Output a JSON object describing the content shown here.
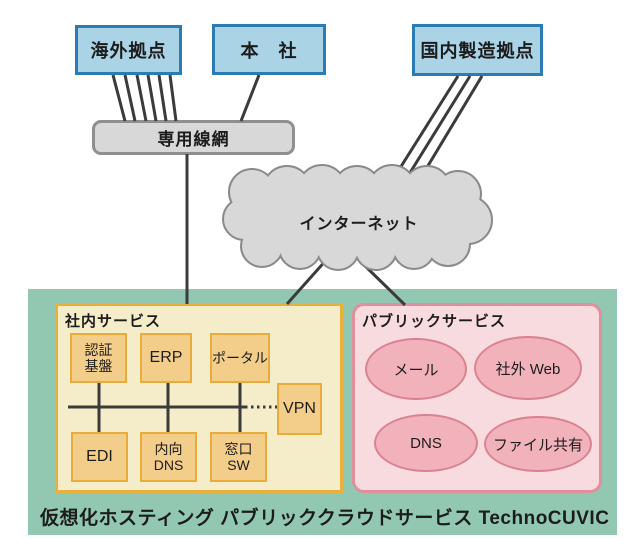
{
  "sites": {
    "overseas": "海外拠点",
    "headquarters": "本　社",
    "domestic_manufacturing": "国内製造拠点"
  },
  "networks": {
    "leased_line": "専用線網",
    "internet": "インターネット"
  },
  "internal_services": {
    "title": "社内サービス",
    "nodes": {
      "auth": "認証\n基盤",
      "erp": "ERP",
      "portal": "ポータル",
      "vpn": "VPN",
      "edi": "EDI",
      "internal_dns": "内向\nDNS",
      "gateway_sw": "窓口\nSW"
    }
  },
  "public_services": {
    "title": "パブリックサービス",
    "nodes": {
      "mail": "メール",
      "external_web": "社外 Web",
      "dns": "DNS",
      "file_sharing": "ファイル共有"
    }
  },
  "caption": "仮想化ホスティング パブリッククラウドサービス TechnoCUVIC",
  "colors": {
    "site_fill": "#aad3e6",
    "site_border": "#2b7cb4",
    "network_fill": "#d8d8d8",
    "network_border": "#8f8f8f",
    "connection_line": "#3b3b3b",
    "cloud_zone_fill": "#92c8b2",
    "internal_panel_fill": "#f5edca",
    "internal_panel_border": "#e9b03c",
    "internal_node_fill": "#f3cd8a",
    "public_panel_fill": "#f8dbde",
    "public_panel_border": "#e08f9c",
    "public_node_fill": "#f1b2bb",
    "public_node_border": "#db8292"
  }
}
